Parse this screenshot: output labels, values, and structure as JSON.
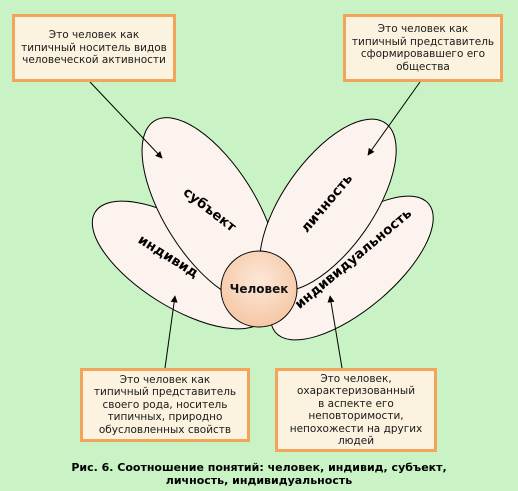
{
  "diagram": {
    "center": "Человек",
    "petals": {
      "subject": "субъект",
      "individual": "индивид",
      "personality": "личность",
      "individuality": "индивидуальность"
    },
    "boxes": {
      "top_left": "Это человек как\nтипичный носитель видов\nчеловеческой активности",
      "top_right": "Это человек как\nтипичный представитель\nсформировавшего его\nобщества",
      "bottom_left": "Это человек как\nтипичный представитель\nсвоего рода, носитель\nтипичных, природно\nобусловленных свойств",
      "bottom_right": "Это человек,\nохарактеризованный\nв аспекте его\nнеповторимости,\nнепохожести на других\nлюдей"
    },
    "colors": {
      "background": "#c9f3c4",
      "petal_fill": "#fdf3ee",
      "center_fill": "#f9d7bf",
      "box_fill": "#fbf3df",
      "box_border": "#f1a45a"
    }
  },
  "caption": "Рис. 6.  Соотношение понятий: человек, индивид, субъект,\nличность, индивидуальность"
}
